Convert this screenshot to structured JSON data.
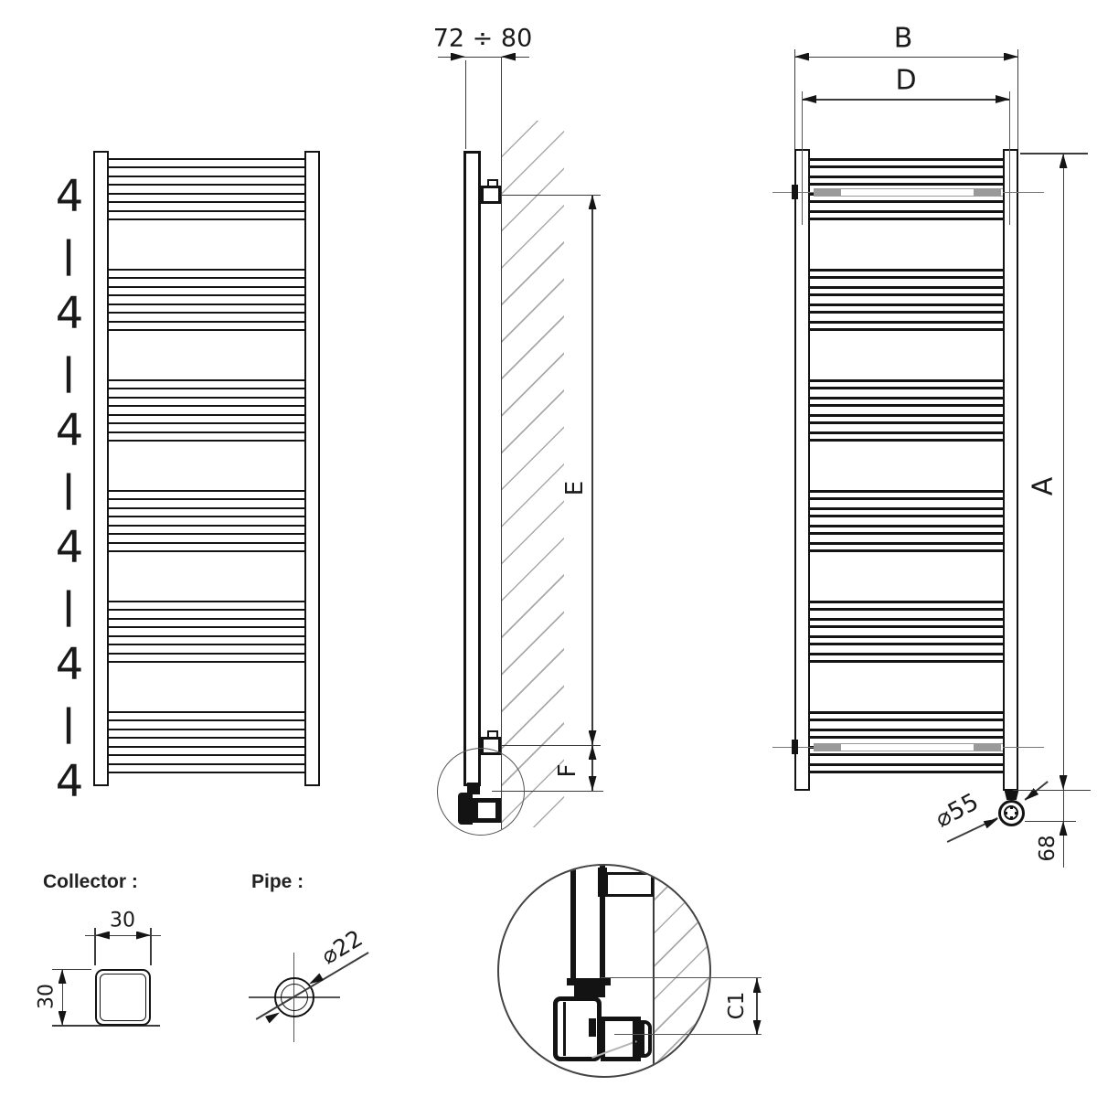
{
  "drawing": {
    "title": "towel radiator dimension drawing",
    "front_view_left": {
      "rung_group_labels": [
        "4",
        "4",
        "4",
        "4",
        "4",
        "4"
      ],
      "rung_group_separator": "|",
      "rung_groups": 6,
      "rungs_per_group": 4
    },
    "side_view": {
      "wall_distance_dim": "72 ÷ 80",
      "mount_height_dim": "E",
      "bottom_offset_dim": "F"
    },
    "front_view_right": {
      "overall_width_dim": "B",
      "bracket_spacing_dim": "D",
      "overall_height_dim": "A",
      "valve_diameter_dim": "⌀55",
      "valve_drop_dim": "68"
    },
    "connection_detail": {
      "pipe_offset_dim": "C1"
    },
    "collector_detail": {
      "title": "Collector :",
      "width_dim": "30",
      "height_dim": "30"
    },
    "pipe_detail": {
      "title": "Pipe :",
      "diameter_dim": "⌀22"
    },
    "colors": {
      "line_black": "#131313",
      "thin_line": "#3c3c3c",
      "hatch_gray": "#a9a9a9",
      "bracket_gray": "#9a9a9a",
      "background": "#ffffff"
    }
  }
}
